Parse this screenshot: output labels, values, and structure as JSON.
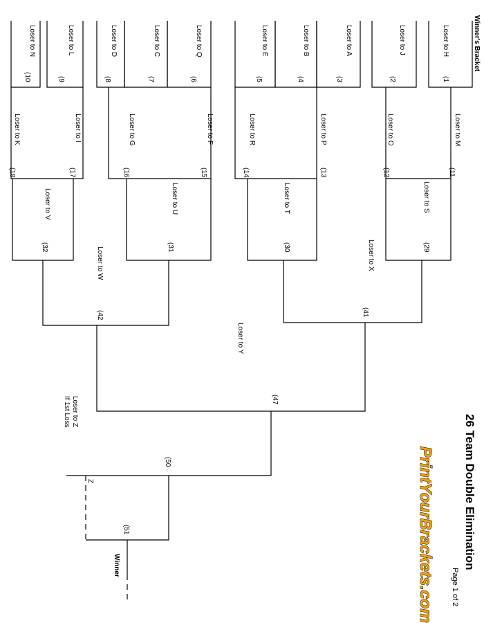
{
  "header": {
    "title": "26 Team Double Elimination",
    "subtitle": "Page 1 of 2",
    "section": "Winner's Bracket",
    "logo": "PrintYourBrackets.com"
  },
  "round1": [
    {
      "label": "Loser to H",
      "seed": "(1"
    },
    {
      "label": "Loser to J",
      "seed": "(2"
    },
    {
      "label": "Loser to A",
      "seed": "(3"
    },
    {
      "label": "Loser to B",
      "seed": "(4"
    },
    {
      "label": "Loser to E",
      "seed": "(5"
    },
    {
      "label": "Loser to Q",
      "seed": "(6"
    },
    {
      "label": "Loser to C",
      "seed": "(7"
    },
    {
      "label": "Loser to D",
      "seed": "(8"
    },
    {
      "label": "Loser to L",
      "seed": "(9"
    },
    {
      "label": "Loser to N",
      "seed": "(10"
    }
  ],
  "round2": [
    {
      "label": "Loser to M",
      "seed": "(11"
    },
    {
      "label": "Loser to O",
      "seed": "(12"
    },
    {
      "label": "Loser to P",
      "seed": "(13"
    },
    {
      "label": "Loser to R",
      "seed": "(14"
    },
    {
      "label": "Loser to F",
      "seed": "(15"
    },
    {
      "label": "Loser to G",
      "seed": "(16"
    },
    {
      "label": "Loser to I",
      "seed": "(17"
    },
    {
      "label": "Loser to K",
      "seed": "(18"
    }
  ],
  "round3": [
    {
      "label": "Loser to  S",
      "seed": "(29"
    },
    {
      "label": "Loser to T",
      "seed": "(30"
    },
    {
      "label": "Loser to U",
      "seed": "(31"
    },
    {
      "label": "Loser to V",
      "seed": "(32"
    }
  ],
  "round4": [
    {
      "label": "Loser to X",
      "seed": "(41"
    },
    {
      "label": "Loser to W",
      "seed": "(42"
    }
  ],
  "semi": {
    "label": "Loser to Y",
    "seed": "(47"
  },
  "final": {
    "label1": "Loser to Z",
    "label2": "If 1st Loss",
    "seed": "(50"
  },
  "reset": {
    "seed": "(51",
    "z_label": "Z"
  },
  "winner": {
    "label": "Winner"
  }
}
